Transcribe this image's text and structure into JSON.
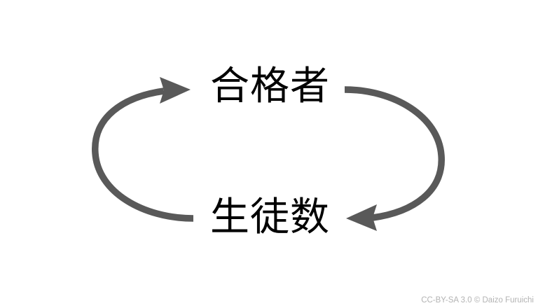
{
  "diagram": {
    "type": "cycle",
    "title": "",
    "background_color": "#ffffff",
    "arrow_color": "#595959",
    "label_color": "#000000",
    "nodes": [
      {
        "id": "top",
        "label": "合格者"
      },
      {
        "id": "bottom",
        "label": "生徒数"
      }
    ],
    "arrows": [
      {
        "id": "bottom-to-top",
        "from": "生徒数",
        "to": "合格者",
        "direction": "right",
        "side": "left",
        "description": "left arc curving up, arrowhead pointing right into 合格者"
      },
      {
        "id": "top-to-bottom",
        "from": "合格者",
        "to": "生徒数",
        "direction": "left",
        "side": "right",
        "description": "right arc curving down, arrowhead pointing left into 生徒数"
      }
    ]
  },
  "attribution": {
    "text": "CC-BY-SA 3.0 © Daizo Furuichi",
    "color": "#b3b3b3"
  }
}
